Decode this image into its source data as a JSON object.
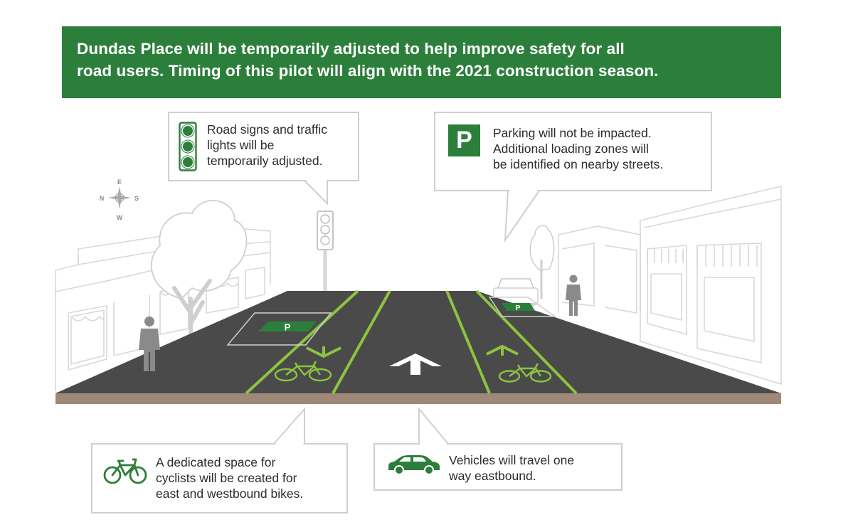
{
  "banner": {
    "line1": "Dundas Place will be temporarily adjusted to help improve safety for all",
    "line2": "road users. Timing of this pilot will align with the 2021 construction season."
  },
  "callouts": {
    "signs": {
      "lines": [
        "Road signs and traffic",
        "lights will be",
        "temporarily adjusted."
      ],
      "icon": "traffic-light-icon"
    },
    "parking": {
      "lines": [
        "Parking will not be impacted.",
        "Additional loading zones will",
        "be identified on nearby streets."
      ],
      "icon": "parking-icon",
      "icon_letter": "P"
    },
    "bike": {
      "lines": [
        "A dedicated space for",
        "cyclists will be created for",
        "east and westbound bikes."
      ],
      "icon": "bicycle-icon"
    },
    "car": {
      "lines": [
        "Vehicles will travel one",
        "way eastbound."
      ],
      "icon": "car-icon"
    }
  },
  "compass": {
    "n": "N",
    "e": "E",
    "s": "S",
    "w": "W"
  },
  "road": {
    "parking_marks": [
      "P",
      "P"
    ]
  },
  "colors": {
    "brand_green": "#2c7f3b",
    "lane_green": "#8cc43f",
    "road": "#4a4a4a",
    "curb": "#a08878",
    "outline": "#d4d4d4"
  }
}
